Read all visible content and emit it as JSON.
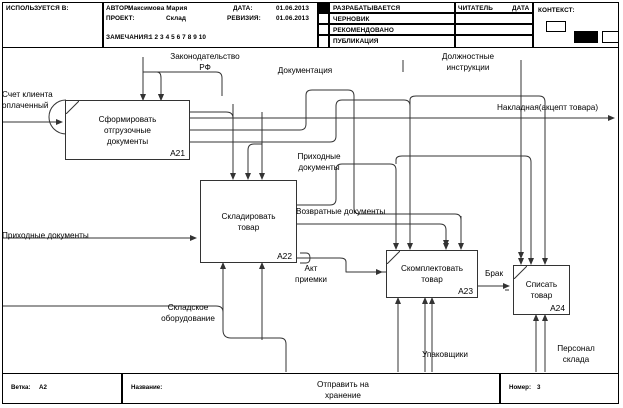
{
  "header": {
    "used_in_label": "ИСПОЛЬЗУЕТСЯ В:",
    "author_key": "АВТОР:",
    "author_value": "Максимова Мария",
    "project_key": "ПРОЕКТ:",
    "project_value": "Склад",
    "date_key": "ДАТА:",
    "date_value": "01.06.2013",
    "revision_key": "РЕВИЗИЯ:",
    "revision_value": "01.06.2013",
    "notes_key": "ЗАМЕЧАНИЯ:",
    "notes_numbers": "1  2  3  4  5  6  7  8  9  10",
    "status_rows": [
      "РАЗРАБАТЫВАЕТСЯ",
      "ЧЕРНОВИК",
      "РЕКОМЕНДОВАНО",
      "ПУБЛИКАЦИЯ"
    ],
    "reader_label": "ЧИТАТЕЛЬ",
    "date_col_label": "ДАТА",
    "context_label": "КОНТЕКСТ:"
  },
  "diagram": {
    "boxes": [
      {
        "id": "A21",
        "title": "Сформировать\nотгрузочные\nдокументы",
        "code": "A21"
      },
      {
        "id": "A22",
        "title": "Складировать\nтовар",
        "code": "A22"
      },
      {
        "id": "A23",
        "title": "Скомплектовать\nтовар",
        "code": "A23"
      },
      {
        "id": "A24",
        "title": "Списать\nтовар",
        "code": "A24"
      }
    ],
    "labels": {
      "zakonodatelstvo": "Законодательство\nРФ",
      "dokumentaciya": "Документация",
      "dolzhnostnye": "Должностные\nинструкции",
      "schet_klienta": "Счет клиента\nоплаченный",
      "nakladnaya": "Накладная(акцепт товара)",
      "prihodnye_doc_ctrl": "Приходные\nдокументы",
      "vozvratnye": "Возвратные документы",
      "prihodnye_doc_in": "Приходные документы",
      "akt_priemki": "Акт\nприемки",
      "brak": "Брак",
      "skladskoe": "Складское\nоборудование",
      "upakovshiki": "Упаковщики",
      "personal": "Персонал\nсклада"
    }
  },
  "footer": {
    "branch_key": "Ветка:",
    "branch_value": "A2",
    "name_key": "Название:",
    "title": "Отправить на\nхранение",
    "number_key": "Номер:",
    "number_value": "3"
  },
  "colors": {
    "line": "#333333",
    "border": "#000000",
    "background": "#ffffff"
  }
}
